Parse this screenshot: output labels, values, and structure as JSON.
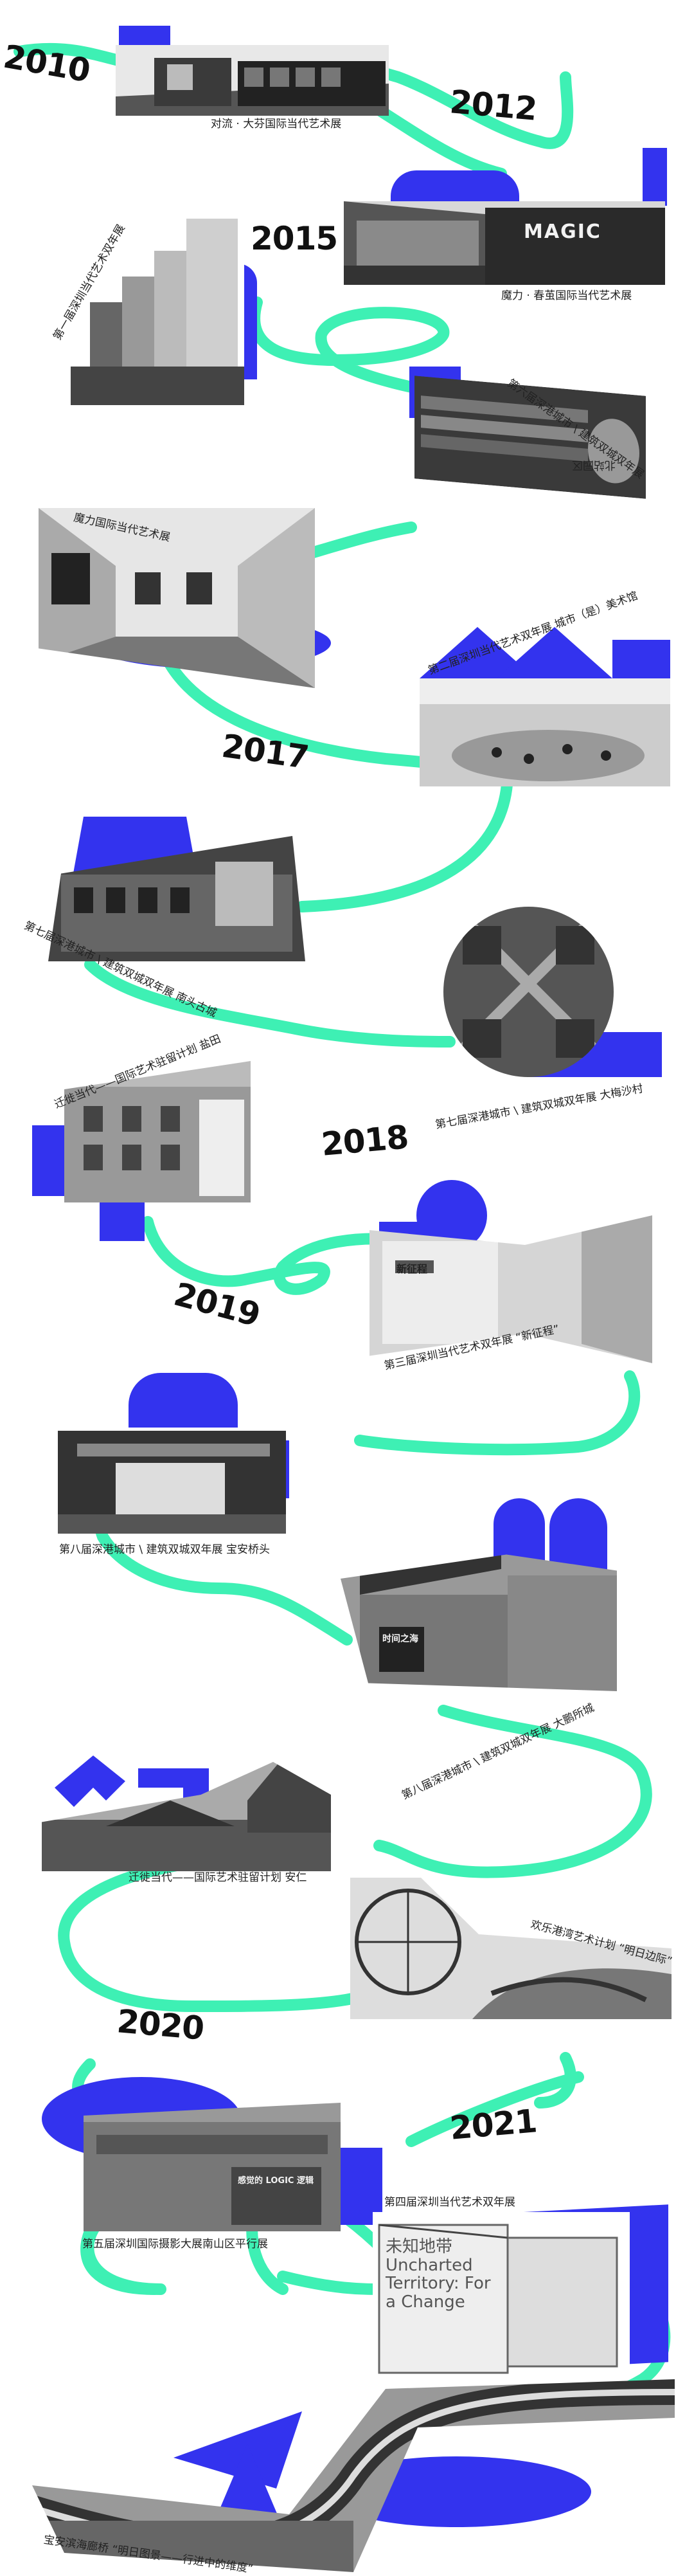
{
  "colors": {
    "accent_blue": "#3333ee",
    "path_green": "#3ef0b4",
    "ink": "#111111"
  },
  "years": {
    "y2010": "2010",
    "y2012": "2012",
    "y2015": "2015",
    "y2017": "2017",
    "y2018": "2018",
    "y2019": "2019",
    "y2020": "2020",
    "y2021": "2021"
  },
  "captions": {
    "c01": "对流 · 大芬国际当代艺术展",
    "c02": "魔力 · 春茧国际当代艺术展",
    "c03": "第一届深圳当代艺术双年展",
    "c04": "第六届深港城市 \\ 建筑双城双年展",
    "c04b": "北站园区",
    "c05": "魔力国际当代艺术展",
    "c06": "第二届深圳当代艺术双年展 城市（是）美术馆",
    "c07": "第七届深港城市 \\ 建筑双城双年展 南头古城",
    "c08": "第七届深港城市 \\ 建筑双城双年展 大梅沙村",
    "c09": "迁徙当代——国际艺术驻留计划 盐田",
    "c10": "第三届深圳当代艺术双年展 “新征程”",
    "c11": "第八届深港城市 \\ 建筑双城双年展  宝安桥头",
    "c12": "第八届深港城市 \\ 建筑双城双年展  大鹏所城",
    "c13": "迁徙当代——国际艺术驻留计划 安仁",
    "c14": "欢乐港湾艺术计划 “明日边际”",
    "c15": "第五届深圳国际摄影大展南山区平行展",
    "c16": "第四届深圳当代艺术双年展",
    "c17": "宝安滨海廊桥 “明日图景——行进中的维度”"
  },
  "photo_text": {
    "magic": "MAGIC",
    "sign2019": "新征程",
    "dapeng": "时间之海",
    "logic_sign": "感觉的 LOGIC 逻辑",
    "uncharted": "未知地带 Uncharted Territory: For a Change"
  }
}
